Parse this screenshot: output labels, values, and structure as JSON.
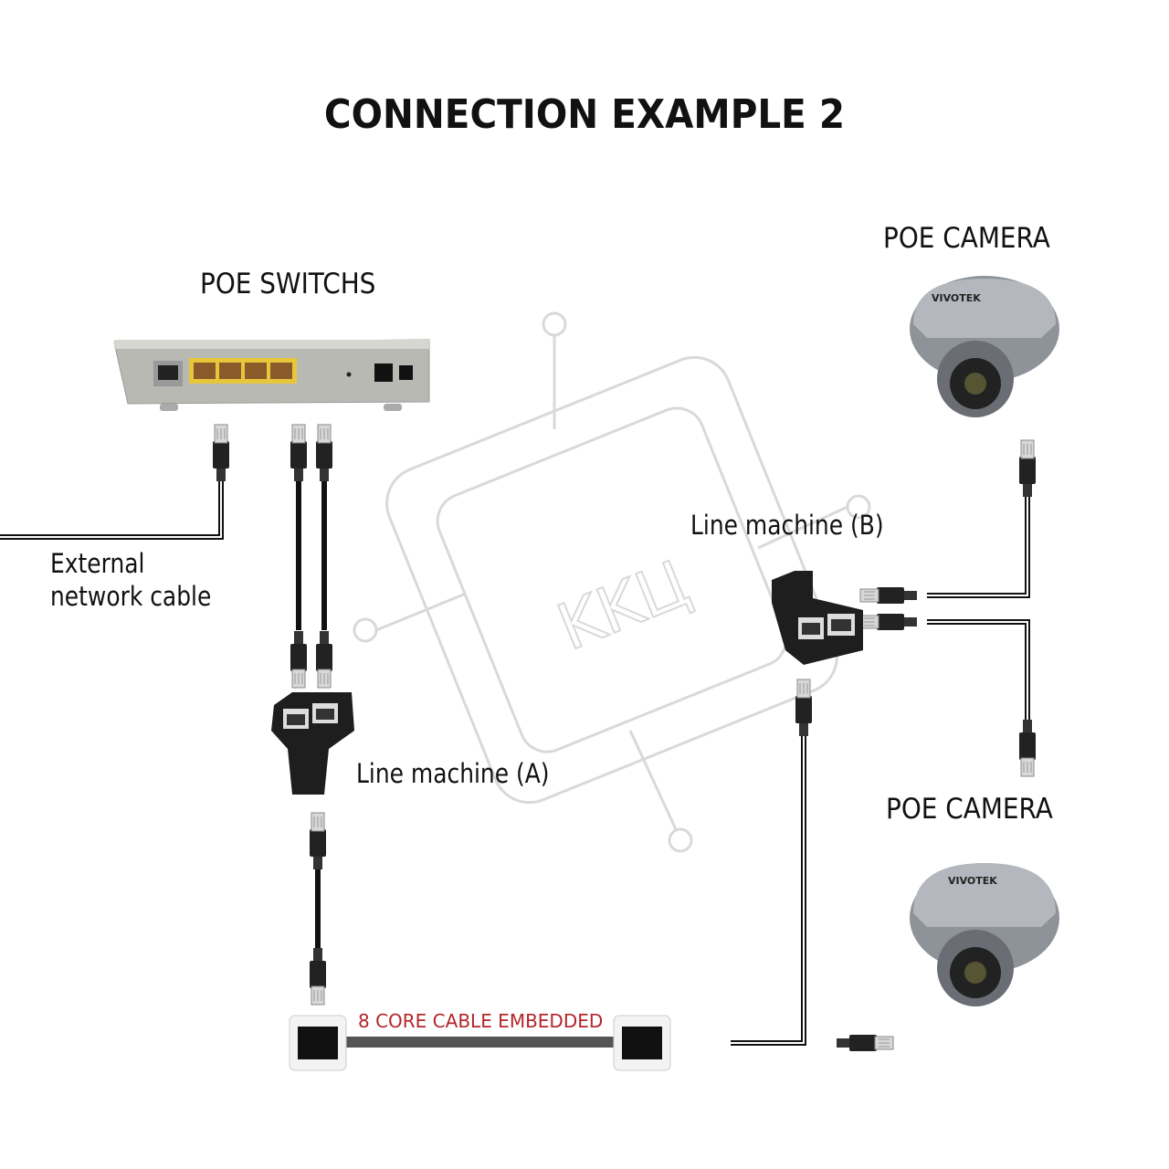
{
  "title": "CONNECTION EXAMPLE 2",
  "labels": {
    "switch": "POE SWITCHS",
    "camera_top": "POE CAMERA",
    "camera_bottom": "POE CAMERA",
    "external_line1": "External",
    "external_line2": "network cable",
    "line_machine_a": "Line machine (A)",
    "line_machine_b": "Line machine (B)",
    "cable_embedded": "8 CORE CABLE EMBEDDED"
  },
  "watermark": "KKЦ",
  "camera_brand": "VIVOTEK",
  "colors": {
    "accent_red": "#b3262a",
    "port_yellow": "#e8c63a",
    "watermark": "#d8d8d8"
  }
}
